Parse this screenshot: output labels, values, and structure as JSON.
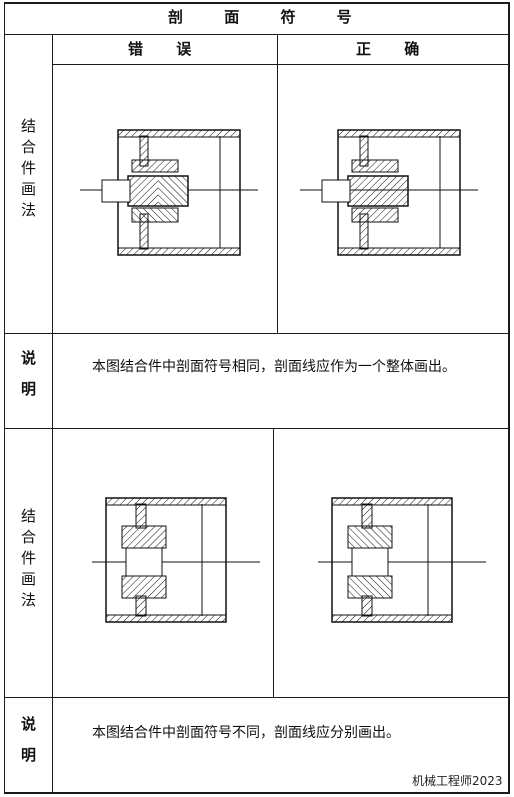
{
  "table": {
    "title": "剖 面 符 号",
    "col_wrong": "错 误",
    "col_right": "正 确"
  },
  "rows": {
    "draw_label": "结合件画法",
    "note_label": "说明",
    "section1_note": "本图结合件中剖面符号相同，剖面线应作为一个整体画出。",
    "section2_note": "本图结合件中剖面符号不同，剖面线应分别画出。"
  },
  "watermark": {
    "text": "机械工程师2023"
  }
}
